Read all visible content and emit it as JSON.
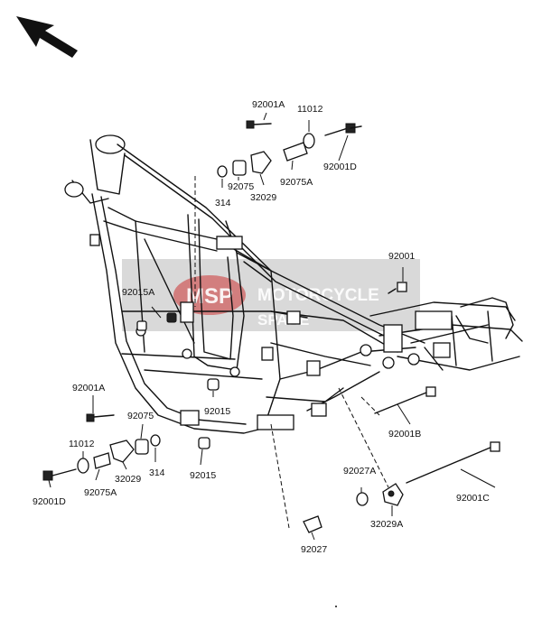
{
  "diagram": {
    "watermark": {
      "top": "MOTORCYCLE",
      "bottom": "SPARE",
      "logo": "MSP"
    },
    "labels": [
      "92001A",
      "11012",
      "92001D",
      "92075",
      "314",
      "32029",
      "92075A",
      "92001",
      "92015A",
      "92015",
      "92001A",
      "92075",
      "11012",
      "92001D",
      "92075A",
      "32029",
      "314",
      "92015",
      "92001B",
      "92027A",
      "92001C",
      "32029A",
      "92027"
    ]
  }
}
